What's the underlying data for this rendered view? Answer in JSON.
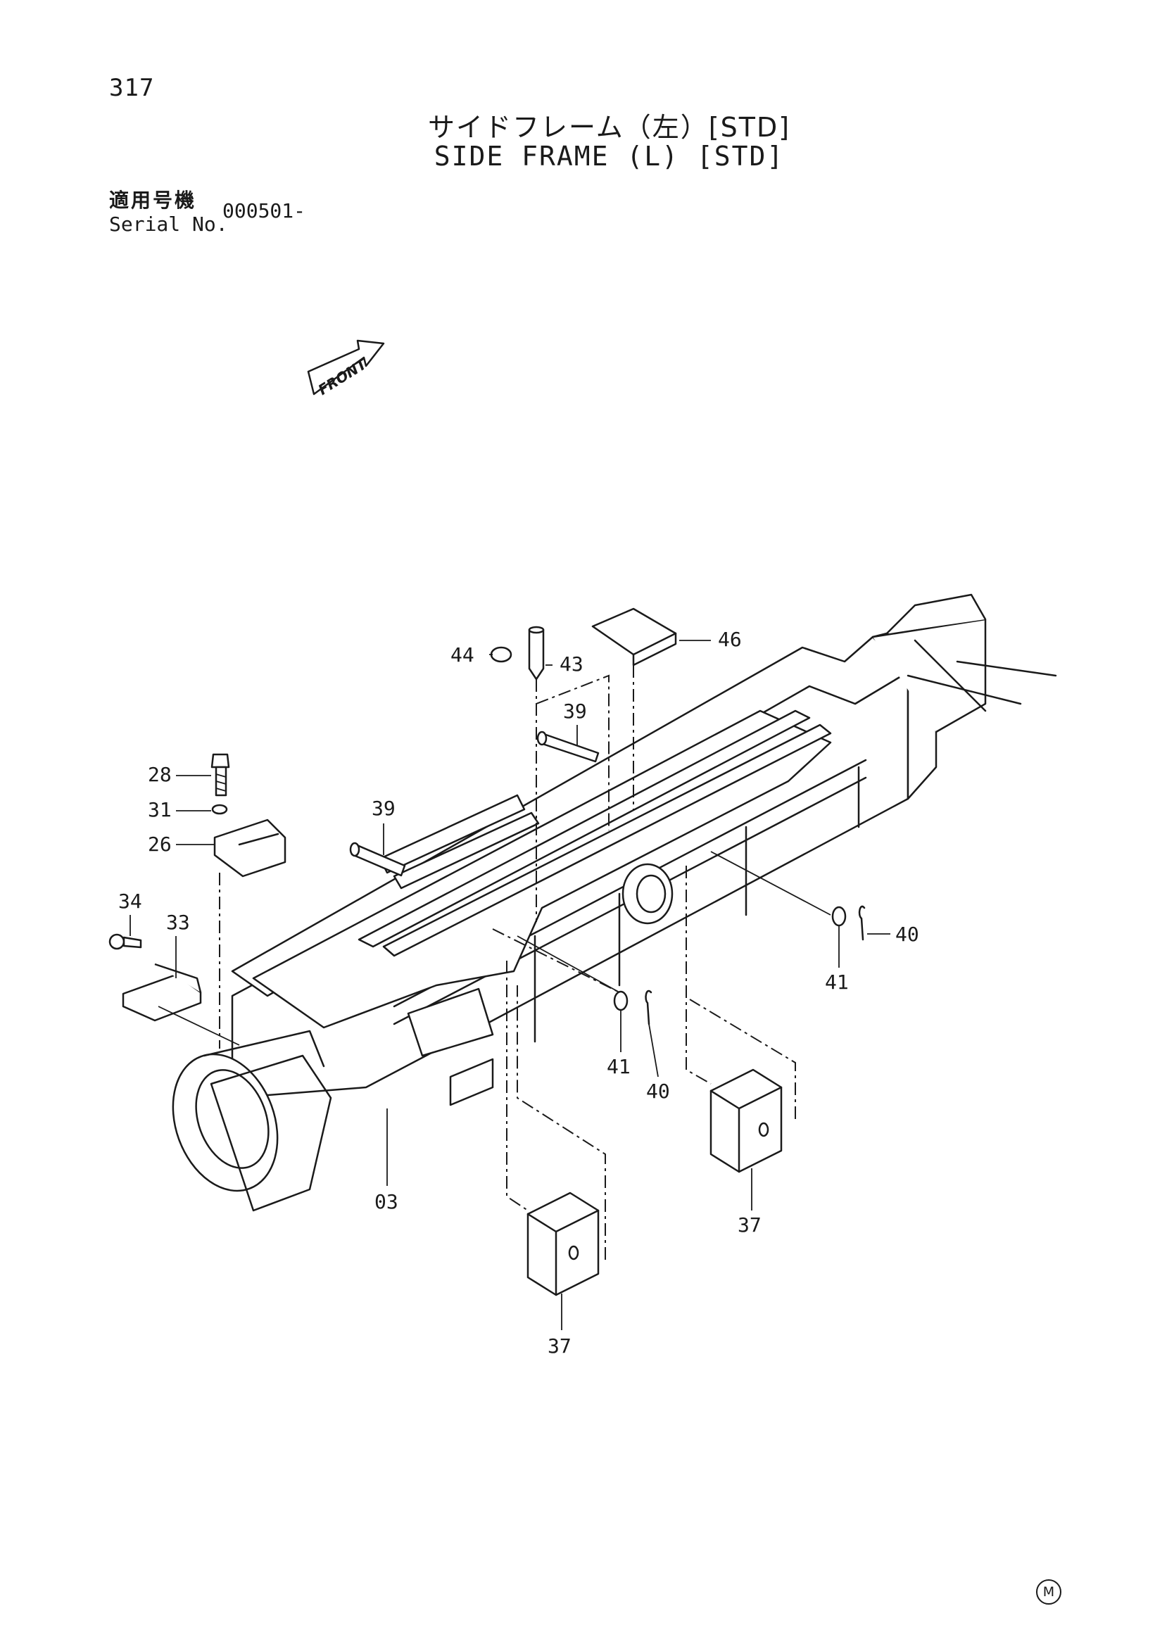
{
  "header": {
    "page_number": "317",
    "title_jp": "サイドフレーム（左）[STD]",
    "title_en": "SIDE FRAME (L) [STD]",
    "serial_label_jp": "適用号機",
    "serial_label_en": "Serial No.",
    "serial_value": "000501-"
  },
  "front_arrow": {
    "label": "FRONT"
  },
  "callouts": {
    "c44": "44",
    "c43": "43",
    "c46": "46",
    "c39a": "39",
    "c39b": "39",
    "c28": "28",
    "c31": "31",
    "c26": "26",
    "c34": "34",
    "c33": "33",
    "c41a": "41",
    "c40a": "40",
    "c41b": "41",
    "c40b": "40",
    "c03": "03",
    "c37a": "37",
    "c37b": "37"
  },
  "footer": {
    "mark": "M"
  }
}
